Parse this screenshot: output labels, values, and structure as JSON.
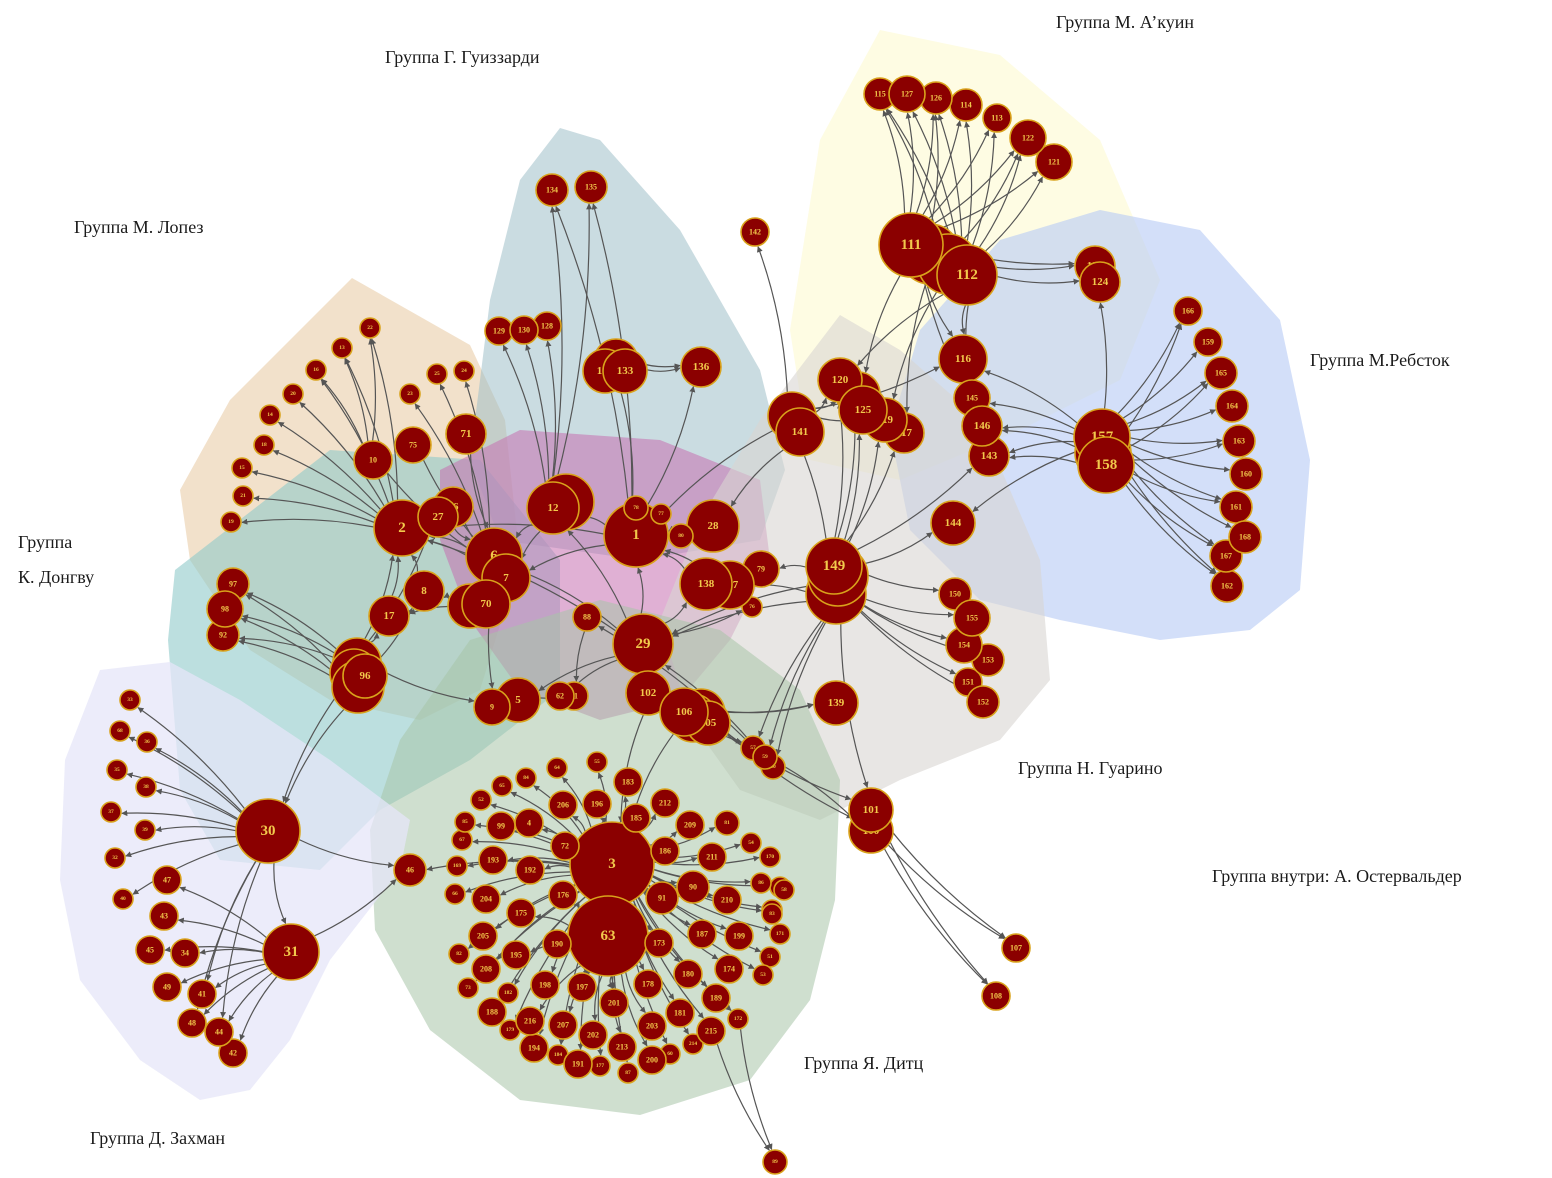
{
  "diagram": {
    "node_fill": "#8b0000",
    "node_stroke": "#d9a21b",
    "node_text_color": "#f2c94c",
    "edge_color": "#555555",
    "groups": [
      {
        "id": "g_lopez",
        "label": "Группа М. Лопез",
        "color": "#e8c9a0"
      },
      {
        "id": "g_guizzardi",
        "label": "Группа Г. Гуиззарди",
        "color": "#9fbfc9"
      },
      {
        "id": "g_aquin",
        "label": "Группа М. А’куин",
        "color": "#fdfad0"
      },
      {
        "id": "g_rebstock",
        "label": "Группа М.Ребсток",
        "color": "#b5c9f5"
      },
      {
        "id": "g_dongvu_1",
        "label": "Группа",
        "color": "#8fcaca"
      },
      {
        "id": "g_dongvu_2",
        "label": "К. Донгву",
        "color": "#8fcaca"
      },
      {
        "id": "g_guarino",
        "label": "Группа Н. Гуарино",
        "color": "#d8d6d2"
      },
      {
        "id": "g_osterwalder",
        "label": "Группа внутри: А. Остервальдер",
        "color": "#c66fb0"
      },
      {
        "id": "g_dietz",
        "label": "Группа Я. Дитц",
        "color": "#a8c4a8"
      },
      {
        "id": "g_sachman",
        "label": "Группа Д. Захман",
        "color": "#e6e6f8"
      }
    ],
    "nodes": [
      "1",
      "2",
      "3",
      "4",
      "5",
      "6",
      "7",
      "8",
      "9",
      "10",
      "11",
      "12",
      "13",
      "14",
      "15",
      "16",
      "17",
      "18",
      "19",
      "20",
      "21",
      "22",
      "23",
      "24",
      "25",
      "26",
      "27",
      "28",
      "29",
      "30",
      "31",
      "32",
      "33",
      "34",
      "35",
      "36",
      "37",
      "38",
      "39",
      "40",
      "41",
      "42",
      "43",
      "44",
      "45",
      "46",
      "47",
      "48",
      "49",
      "50",
      "51",
      "52",
      "53",
      "54",
      "55",
      "56",
      "57",
      "58",
      "59",
      "60",
      "61",
      "62",
      "63",
      "64",
      "65",
      "66",
      "67",
      "68",
      "69",
      "70",
      "71",
      "72",
      "73",
      "74",
      "75",
      "76",
      "77",
      "78",
      "79",
      "80",
      "81",
      "82",
      "83",
      "84",
      "85",
      "86",
      "87",
      "88",
      "89",
      "90",
      "91",
      "92",
      "93",
      "94",
      "95",
      "96",
      "97",
      "98",
      "99",
      "100",
      "101",
      "102",
      "103",
      "104",
      "105",
      "106",
      "107",
      "108",
      "109",
      "110",
      "111",
      "112",
      "113",
      "114",
      "115",
      "116",
      "117",
      "118",
      "119",
      "120",
      "121",
      "122",
      "123",
      "124",
      "125",
      "126",
      "127",
      "128",
      "129",
      "130",
      "131",
      "132",
      "133",
      "134",
      "135",
      "136",
      "137",
      "138",
      "139",
      "140",
      "141",
      "142",
      "143",
      "144",
      "145",
      "146",
      "147",
      "148",
      "149",
      "150",
      "151",
      "152",
      "153",
      "154",
      "155",
      "156",
      "157",
      "158",
      "159",
      "160",
      "161",
      "162",
      "163",
      "164",
      "165",
      "166",
      "167",
      "168",
      "169",
      "170",
      "171",
      "172",
      "173",
      "174",
      "175",
      "176",
      "177",
      "178",
      "179",
      "180",
      "181",
      "182",
      "183",
      "184",
      "185",
      "186",
      "187",
      "188",
      "189",
      "190",
      "191",
      "192",
      "193",
      "194",
      "195",
      "196",
      "197",
      "198",
      "199",
      "200",
      "201",
      "202",
      "203",
      "204",
      "205",
      "206",
      "207",
      "208",
      "209",
      "210",
      "211",
      "212",
      "213",
      "214",
      "215",
      "216"
    ]
  }
}
